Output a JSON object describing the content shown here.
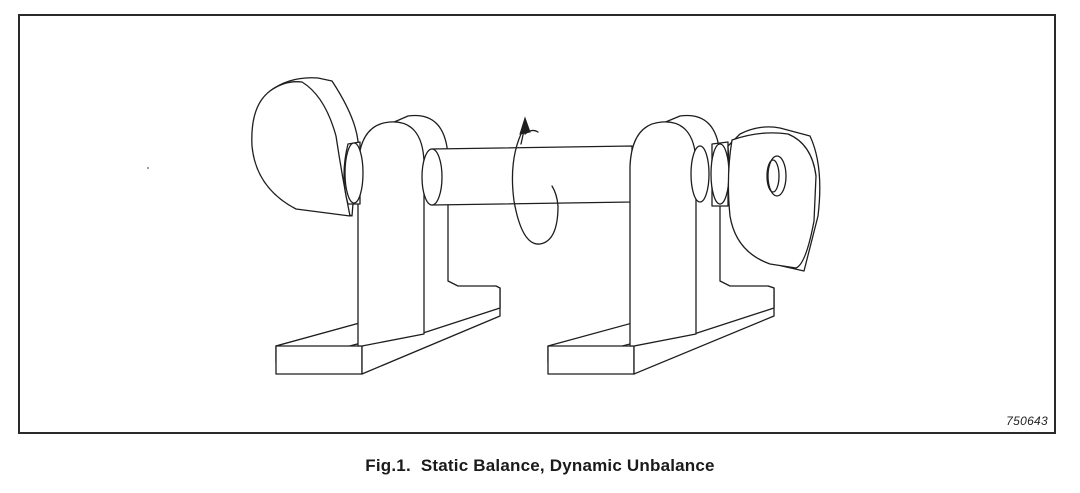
{
  "figure": {
    "number": "Fig.1.",
    "title": "Static Balance, Dynamic Unbalance",
    "code": "750643"
  },
  "colors": {
    "line": "#1e1e1e",
    "frame": "#2a2a2a",
    "background": "#ffffff"
  }
}
